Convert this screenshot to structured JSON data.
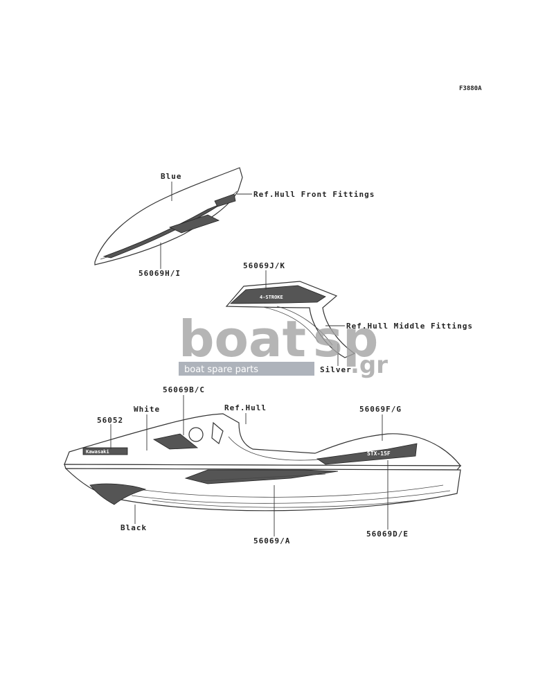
{
  "figure_code": "F3880A",
  "labels": {
    "blue": "Blue",
    "ref_hull_front": "Ref.Hull Front Fittings",
    "part_h_i": "56069H/I",
    "part_j_k": "56069J/K",
    "ref_hull_middle": "Ref.Hull Middle Fittings",
    "silver": "Silver",
    "part_b_c": "56069B/C",
    "white": "White",
    "ref_hull": "Ref.Hull",
    "part_f_g": "56069F/G",
    "part_56052": "56052",
    "black": "Black",
    "part_a": "56069/A",
    "part_d_e": "56069D/E"
  },
  "decal_text": {
    "brand": "Kawasaki",
    "stroke": "4-STROKE",
    "model": "STX-15F"
  },
  "watermark": {
    "main": "boat",
    "accent": "sp",
    "tld": ".gr",
    "tagline": "boat spare parts"
  }
}
